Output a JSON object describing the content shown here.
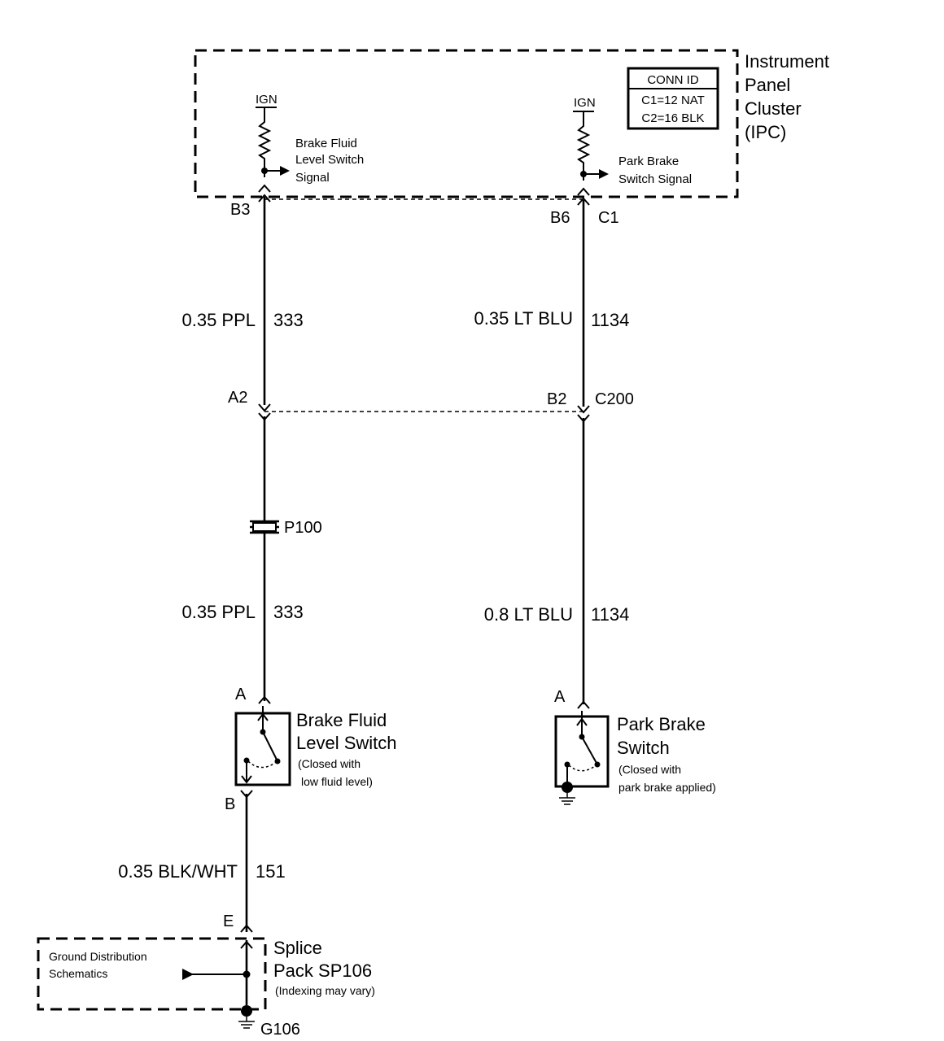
{
  "ipc": {
    "label_lines": [
      "Instrument",
      "Panel",
      "Cluster",
      "(IPC)"
    ],
    "conn_id": {
      "header": "CONN ID",
      "c1": "C1=12 NAT",
      "c2": "C2=16 BLK"
    },
    "ign_left": "IGN",
    "ign_right": "IGN",
    "brake_fluid_signal_lines": [
      "Brake Fluid",
      "Level Switch",
      "Signal"
    ],
    "park_brake_signal_lines": [
      "Park Brake",
      "Switch Signal"
    ]
  },
  "pins": {
    "b3": "B3",
    "b6": "B6",
    "c1": "C1",
    "a2": "A2",
    "b2": "B2",
    "c200": "C200",
    "p100": "P100",
    "a_left": "A",
    "b_left": "B",
    "a_right": "A",
    "e": "E",
    "g106": "G106"
  },
  "wires": {
    "left_top": {
      "gauge": "0.35 PPL",
      "circuit": "333"
    },
    "right_top": {
      "gauge": "0.35 LT BLU",
      "circuit": "1134"
    },
    "left_mid": {
      "gauge": "0.35 PPL",
      "circuit": "333"
    },
    "right_mid": {
      "gauge": "0.8 LT BLU",
      "circuit": "1134"
    },
    "ground": {
      "gauge": "0.35 BLK/WHT",
      "circuit": "151"
    }
  },
  "brake_fluid_switch": {
    "title_lines": [
      "Brake Fluid",
      "Level Switch"
    ],
    "note_lines": [
      "(Closed with",
      "low fluid level)"
    ]
  },
  "park_brake_switch": {
    "title_lines": [
      "Park Brake",
      "Switch"
    ],
    "note_lines": [
      "(Closed with",
      "park brake applied)"
    ]
  },
  "splice": {
    "title_lines": [
      "Splice",
      "Pack SP106"
    ],
    "note": "(Indexing may vary)"
  },
  "ground_dist": {
    "label_lines": [
      "Ground Distribution",
      "Schematics"
    ]
  }
}
